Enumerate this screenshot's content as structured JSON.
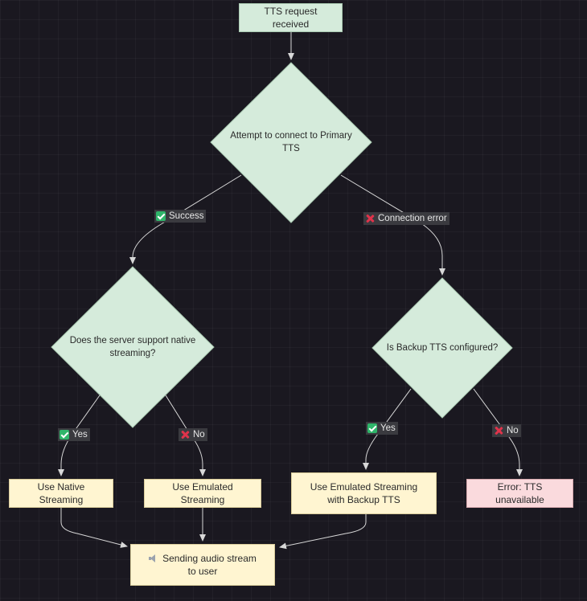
{
  "nodes": {
    "start": "TTS request received",
    "primary": "Attempt to connect to Primary TTS",
    "native_q": "Does the server support native streaming?",
    "backup_q": "Is Backup TTS configured?",
    "native": "Use Native Streaming",
    "emulated": "Use Emulated Streaming",
    "emulated_backup": "Use Emulated Streaming with Backup TTS",
    "error": "Error: TTS unavailable",
    "sending": "Sending audio stream to user"
  },
  "edges": {
    "success": "Success",
    "connection_error": "Connection error",
    "yes_native": "Yes",
    "no_native": "No",
    "yes_backup": "Yes",
    "no_backup": "No"
  },
  "icons": {
    "success": "check-mark-icon",
    "error": "cross-mark-icon",
    "sending": "speaker-icon"
  },
  "colors": {
    "background": "#1a1820",
    "process_green": "#d5ebdb",
    "decision": "#d5ebdb",
    "result_yellow": "#fff5d1",
    "error_pink": "#fadadd",
    "edge_line": "#d8d8d8",
    "label_bg": "#3a3a3f"
  }
}
